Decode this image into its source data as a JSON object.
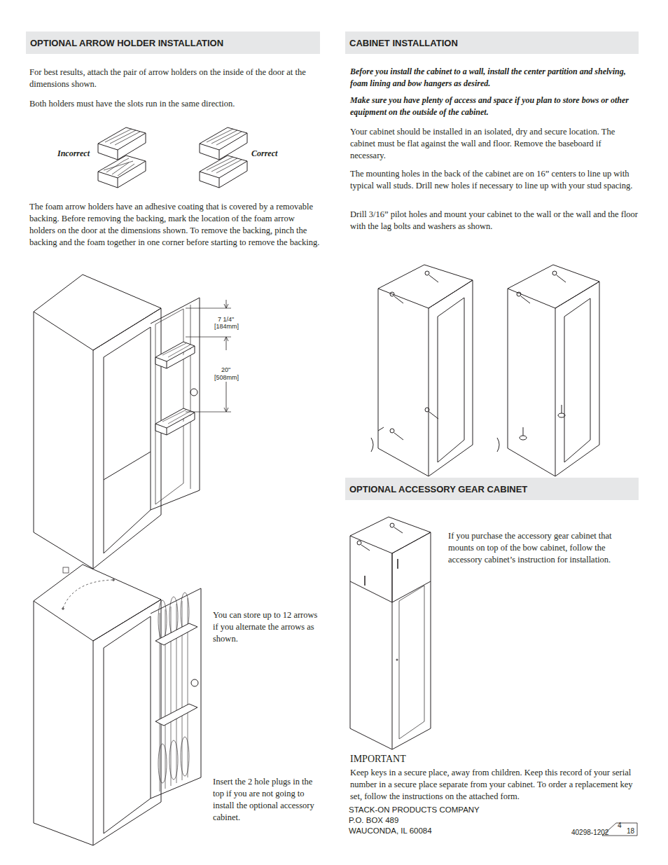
{
  "diagram": {
    "nodes": [
      {
        "text": [
          "OPTIONAL ARROW HOLDER INSTALLATION"
        ]
      },
      {
        "text": [
          "CABINET INSTALLATION"
        ]
      },
      {
        "text": [
          "OPTIONAL ACCESSORY GEAR CABINET"
        ]
      }
    ],
    "labels": [
      "For best results, attach the pair of arrow holders on the inside of the door at the dimensions shown.",
      "Both holders must have the slots run in the same direction.",
      "Incorrect",
      "Correct",
      "The foam arrow holders have an adhesive coating that is covered by a removable backing.  Before removing the backing, mark the location of the foam arrow holders on the door at the dimensions shown.  To remove the backing, pinch the backing and the foam together in one corner before starting to remove the backing.",
      "7 1/4\"",
      "[184mm]",
      "20\"",
      "[508mm]",
      "You can store up to 12 arrows if you alternate the arrows as shown.",
      "Insert the 2 hole plugs in the top if you are not going to install the optional accessory cabinet.",
      "Before you install the cabinet to a wall, install the center partition and shelving, foam lining and bow hangers as desired.",
      "Make sure you have plenty of access and space if you plan to store bows or other equipment on the outside of the cabinet.",
      "Your cabinet should be installed in an isolated, dry and secure location.  The cabinet must be flat against the wall and floor.  Remove the baseboard if necessary.",
      "The mounting holes in the back of the cabinet are on 16” centers to line up with typical wall studs.  Drill new holes if necessary to line up with your stud spacing.",
      "Drill 3/16” pilot holes and mount your cabinet to the wall or the wall and the floor with the lag bolts and washers as shown.",
      "If you purchase the accessory gear cabinet that mounts on top of the bow cabinet, follow the accessory cabinet’s instruction for installation.",
      "IMPORTANT",
      "Keep keys in a secure place, away from children.  Keep this record of your serial number in a secure place separate from your cabinet.  To order a replacement key set, follow the instructions on the attached form.",
      "STACK-ON PRODUCTS COMPANY",
      "P.O. BOX 489",
      "WAUCONDA, IL 60084",
      "40298-1202",
      "4",
      "18"
    ]
  }
}
